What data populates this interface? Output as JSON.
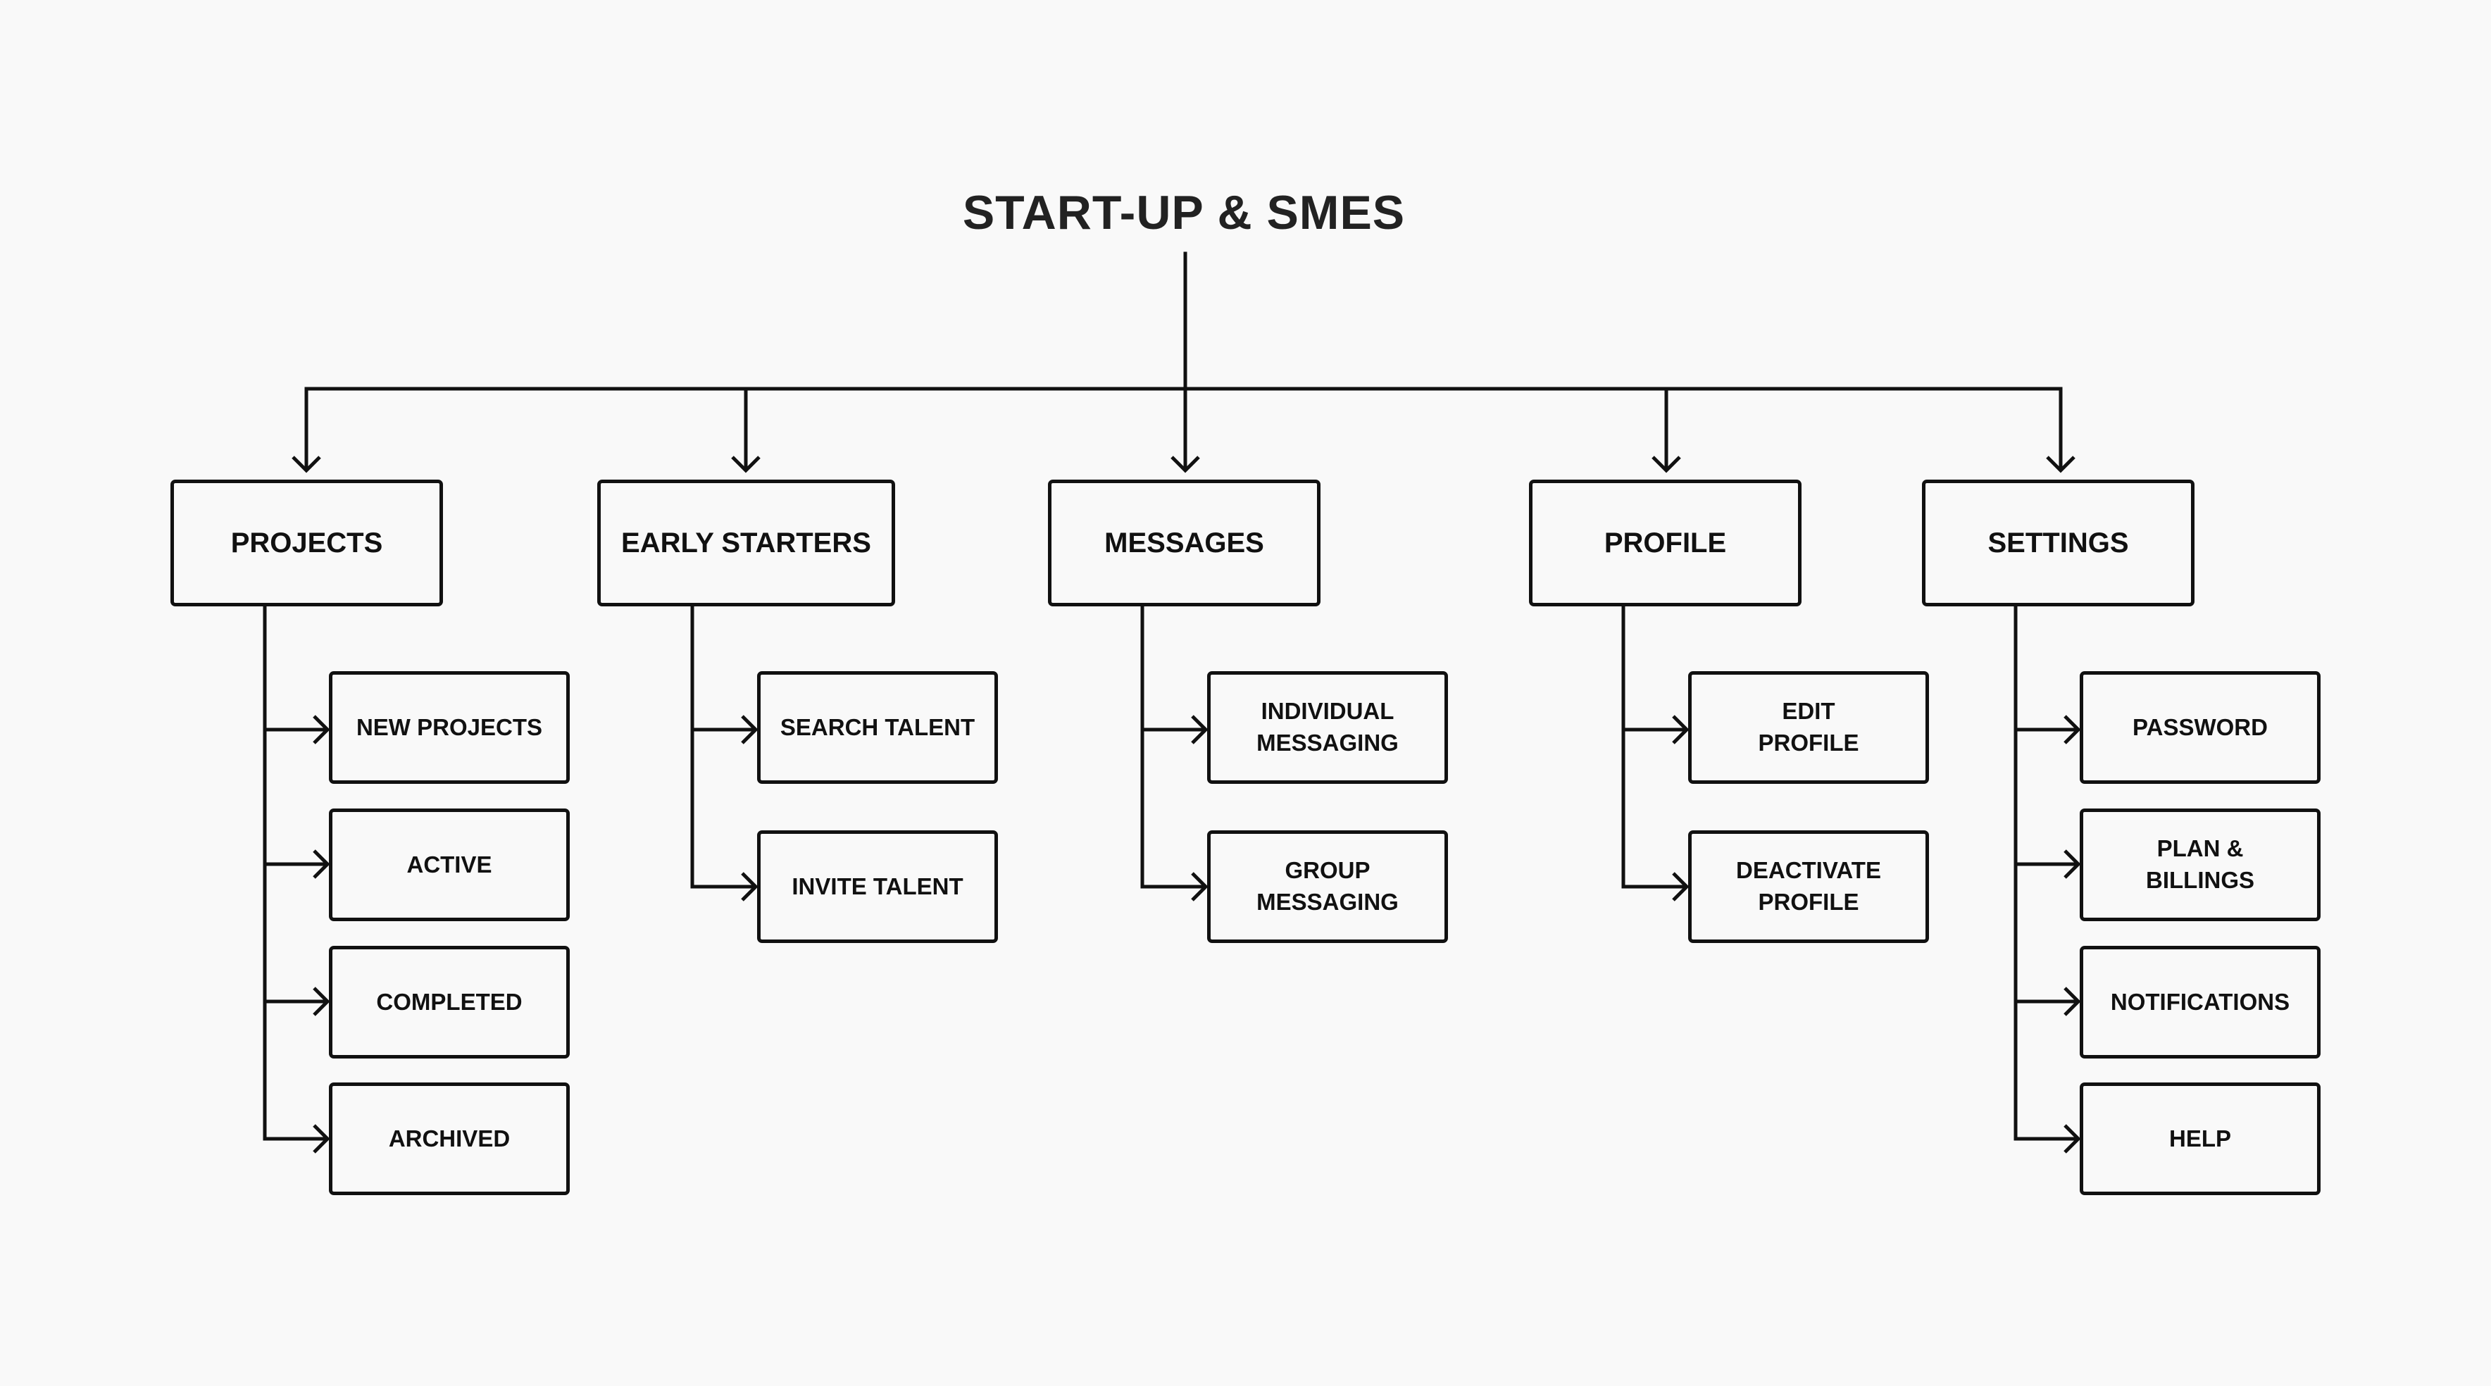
{
  "diagram": {
    "title": "START-UP & SMES",
    "categories": [
      {
        "label": "PROJECTS",
        "children": [
          "NEW PROJECTS",
          "ACTIVE",
          "COMPLETED",
          "ARCHIVED"
        ]
      },
      {
        "label": "EARLY STARTERS",
        "children": [
          "SEARCH TALENT",
          "INVITE TALENT"
        ]
      },
      {
        "label": "MESSAGES",
        "children": [
          "INDIVIDUAL\nMESSAGING",
          "GROUP\nMESSAGING"
        ]
      },
      {
        "label": "PROFILE",
        "children": [
          "EDIT\nPROFILE",
          "DEACTIVATE\nPROFILE"
        ]
      },
      {
        "label": "SETTINGS",
        "children": [
          "PASSWORD",
          "PLAN &\nBILLINGS",
          "NOTIFICATIONS",
          "HELP"
        ]
      }
    ],
    "colors": {
      "background": "#f9f9f9",
      "stroke": "#111111",
      "title_text": "#222222"
    }
  }
}
